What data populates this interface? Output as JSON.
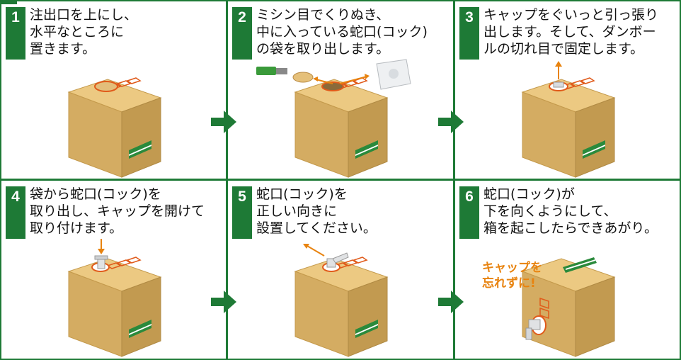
{
  "steps": [
    {
      "number": "1",
      "text": "注出口を上にし、\n水平なところに\n置きます。"
    },
    {
      "number": "2",
      "text": "ミシン目でくりぬき、\n中に入っている蛇口(コック)\nの袋を取り出します。"
    },
    {
      "number": "3",
      "text": "キャップをぐいっと引っ張り\n出します。そして、ダンボー\nルの切れ目で固定します。"
    },
    {
      "number": "4",
      "text": "袋から蛇口(コック)を\n取り出し、キャップを開けて\n取り付けます。"
    },
    {
      "number": "5",
      "text": "蛇口(コック)を\n正しい向きに\n設置してください。"
    },
    {
      "number": "6",
      "text": "蛇口(コック)が\n下を向くようにして、\n箱を起こしたらできあがり。"
    }
  ],
  "cap_reminder": "キャップを\n忘れずに!",
  "colors": {
    "frame": "#1e7a36",
    "box": "#d9b36a",
    "accent": "#e8830f",
    "stripe": "#2a8a3c"
  }
}
